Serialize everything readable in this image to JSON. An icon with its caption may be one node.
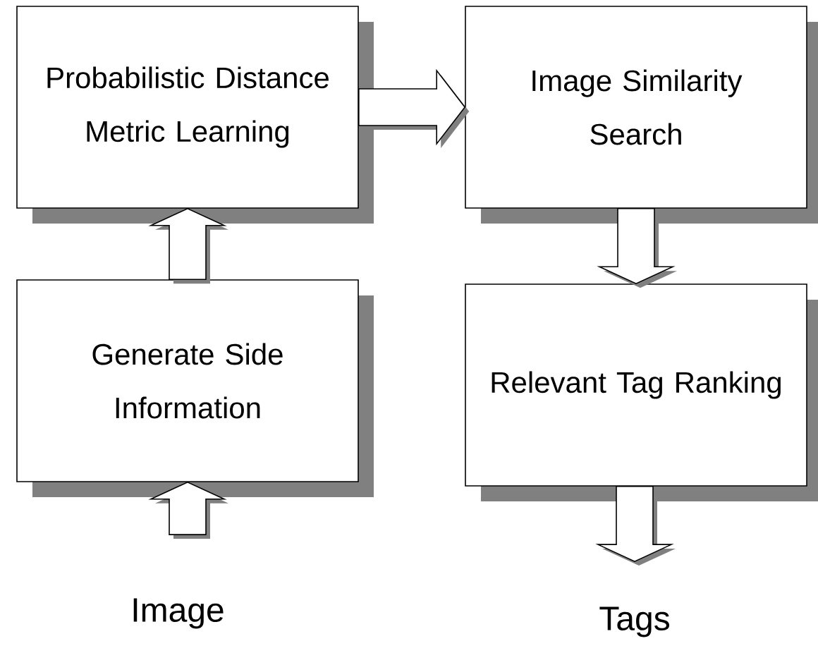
{
  "diagram": {
    "nodes": [
      {
        "text": [
          "Probabilistic Distance Metric Learning"
        ]
      },
      {
        "text": [
          "Image Similarity Search"
        ]
      },
      {
        "text": [
          "Generate Side Information"
        ]
      },
      {
        "text": [
          "Relevant Tag Ranking"
        ]
      },
      {
        "text": [
          "Image"
        ]
      },
      {
        "text": [
          "Tags"
        ]
      }
    ],
    "edges": [
      {
        "from": 4,
        "to": 2,
        "arrow": "to"
      },
      {
        "from": 2,
        "to": 0,
        "arrow": "to"
      },
      {
        "from": 0,
        "to": 1,
        "arrow": "to"
      },
      {
        "from": 1,
        "to": 3,
        "arrow": "to"
      },
      {
        "from": 3,
        "to": 5,
        "arrow": "to"
      }
    ]
  }
}
